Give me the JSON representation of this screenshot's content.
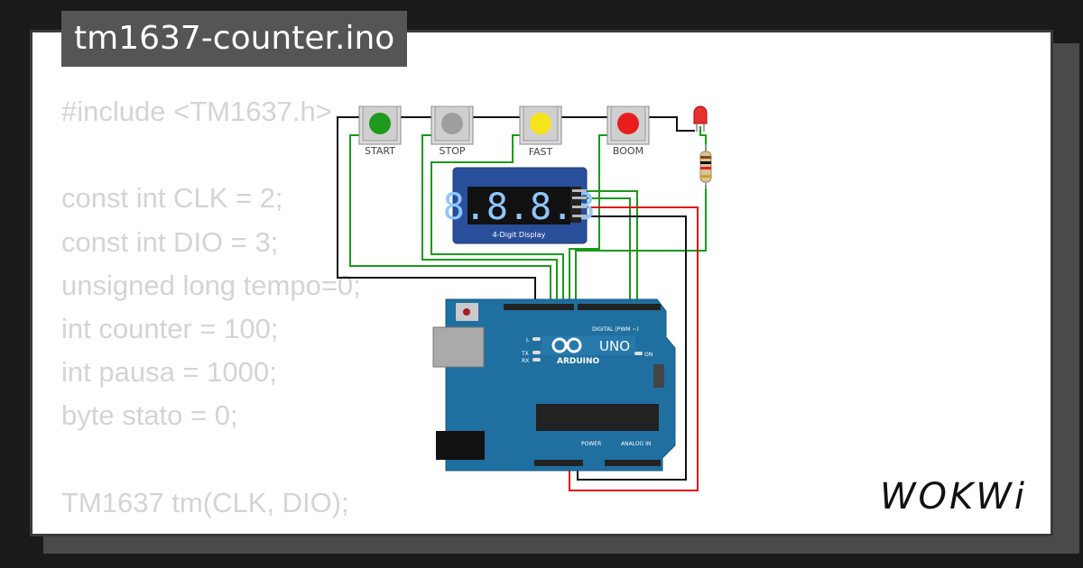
{
  "title": "tm1637-counter.ino",
  "code_lines": [
    "#include <TM1637.h>",
    "",
    "const int CLK = 2;",
    "const int DIO = 3;",
    "unsigned long tempo=0;",
    "int counter = 100;",
    "int pausa = 1000;",
    "byte stato = 0;",
    "",
    "TM1637 tm(CLK, DIO);"
  ],
  "buttons": [
    {
      "label": "START",
      "color": "#1e9a1e"
    },
    {
      "label": "STOP",
      "color": "#9e9e9e"
    },
    {
      "label": "FAST",
      "color": "#f5e31b"
    },
    {
      "label": "BOOM",
      "color": "#e81e1e"
    }
  ],
  "display": {
    "digits": "8.8.8.8",
    "label": "4-Digit Display"
  },
  "arduino": {
    "brand": "ARDUINO",
    "model": "UNO",
    "digital_label": "DIGITAL (PWM ~)",
    "power_label": "POWER",
    "analog_label": "ANALOG IN",
    "on_label": "ON",
    "l_label": "L",
    "tx_label": "TX",
    "rx_label": "RX"
  },
  "logo": "WOKWi"
}
